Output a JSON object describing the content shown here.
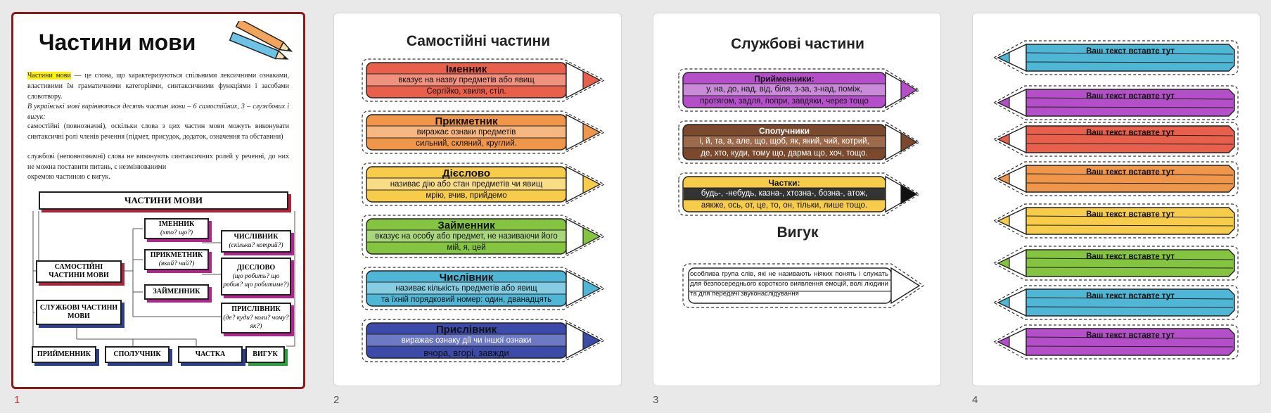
{
  "slides": [
    {
      "number": "1"
    },
    {
      "number": "2"
    },
    {
      "number": "3"
    },
    {
      "number": "4"
    }
  ],
  "slide1": {
    "title": "Частини мови",
    "highlight": "Частини мови",
    "p1": " — це слова, що характеризуються спільними лексичними ознаками, властивими їм граматичними категоріями, синтаксичними функціями і засобами словотвору.",
    "p2": "В українські мові виріняються десять частин мови – 6 самостійних, 3 – службових і вигук:",
    "p3": "самостійні (повнозначні), оскільки слова з цих частин мови можуть виконувати синтаксичні ролі членів речення (підмет, присудок, додаток, означення та обставини)",
    "p4": "службові (неповнозначні) слова не виконують синтаксичних ролей у реченні, до них не можна поставити питань, є незмінюваними",
    "p5": "окремою частиною є вигук.",
    "diagram": {
      "root": "ЧАСТИНИ МОВИ",
      "independent": "САМОСТІЙНІ ЧАСТИНИ МОВИ",
      "service": "СЛУЖБОВІ ЧАСТИНИ МОВИ",
      "noun": "ІМЕННИК",
      "noun_q": "(хто? що?)",
      "adj": "ПРИКМЕТНИК",
      "adj_q": "(який? чий?)",
      "pron": "ЗАЙМЕННИК",
      "numeral": "ЧИСЛІВНИК",
      "numeral_q": "(скільки? котрий?)",
      "verb": "ДІЄСЛОВО",
      "verb_q": "(що робить? що робив? що робитиме?)",
      "adverb": "ПРИСЛІВНИК",
      "adverb_q": "(де? куди? коли? чому? як?)",
      "prep": "ПРИЙМЕННИК",
      "conj": "СПОЛУЧНИК",
      "part": "ЧАСТКА",
      "interj": "ВИГУК"
    }
  },
  "slide2": {
    "title": "Самостійні частини",
    "pencils": [
      {
        "name": "Іменник",
        "desc": "вказує на назву предметів або явищ",
        "examples": "Сергійко, хвиля, стіл.",
        "color": "#e8604c",
        "light": "#f0907f"
      },
      {
        "name": "Прикметник",
        "desc": "виражає ознаки предметів",
        "examples": "сильний, скляний, круглий.",
        "color": "#f0964a",
        "light": "#f6b681"
      },
      {
        "name": "Дієслово",
        "desc": "називає дію або стан предметів чи явищ",
        "examples": "мрію, вчив, прийдемо",
        "color": "#f6cc4a",
        "light": "#f9dc86"
      },
      {
        "name": "Займенник",
        "desc": "вказує на особу або предмет, не називаючи його",
        "examples": "мій, я, цей",
        "color": "#84c441",
        "light": "#a9d67c"
      },
      {
        "name": "Числівник",
        "desc": "називає кількість предметів або явищ",
        "examples": "та їхній порядковий номер: один, дванадцять",
        "color": "#4fb6d6",
        "light": "#86cde3"
      },
      {
        "name": "Прислівник",
        "desc": "виражає ознаку дії чи іншої ознаки",
        "examples": "вчора, вгорі, завжди",
        "color": "#3c4aa8",
        "light": "#6e79c4"
      }
    ]
  },
  "slide3": {
    "title": "Службові частини",
    "pencils": [
      {
        "name": "Прийменники:",
        "line1": "у, на, до, над, від, біля, з-за, з-над, поміж,",
        "line2": "протягом, задля, попри, завдяки, через тощо",
        "color": "#b44fc9",
        "light": "#c98ad8"
      },
      {
        "name": "Сполучники",
        "line1": "і, й, та, а, але, що, щоб, як, який, чий, котрий,",
        "line2": "де, хто, куди, тому що, дарма що, хоч,  тощо.",
        "color": "#7b4a2e",
        "light": "#9d6b4c"
      },
      {
        "name": "Частки:",
        "line1": "будь-, -небудь, казна-, хтозна-, бозна-, атож,",
        "line2": "аякже, ось, от, це, то, он, тільки, лише тощо.",
        "color": "#f6cc4a",
        "light": "#f9dc86"
      }
    ],
    "interj_title": "Вигук",
    "interj_text": "особлива група слів, які не називають ніяких понять і служать для безпосереднього короткого вияв­лення емоцій, волі людини та для передачі звуконаслідування"
  },
  "slide4": {
    "pencils": [
      {
        "text": "Ваш текст вставте тут",
        "color": "#4fb6d6"
      },
      {
        "text": "Ваш текст вставте тут",
        "color": "#b44fc9"
      },
      {
        "text": "Ваш текст вставте тут",
        "color": "#e8604c"
      },
      {
        "text": "Ваш текст вставте тут",
        "color": "#f0964a"
      },
      {
        "text": "Ваш текст вставте тут",
        "color": "#f6cc4a"
      },
      {
        "text": "Ваш текст вставте тут",
        "color": "#84c441"
      },
      {
        "text": "Ваш текст вставте тут",
        "color": "#4fb6d6"
      },
      {
        "text": "Ваш текст вставте тут",
        "color": "#b44fc9"
      }
    ]
  }
}
